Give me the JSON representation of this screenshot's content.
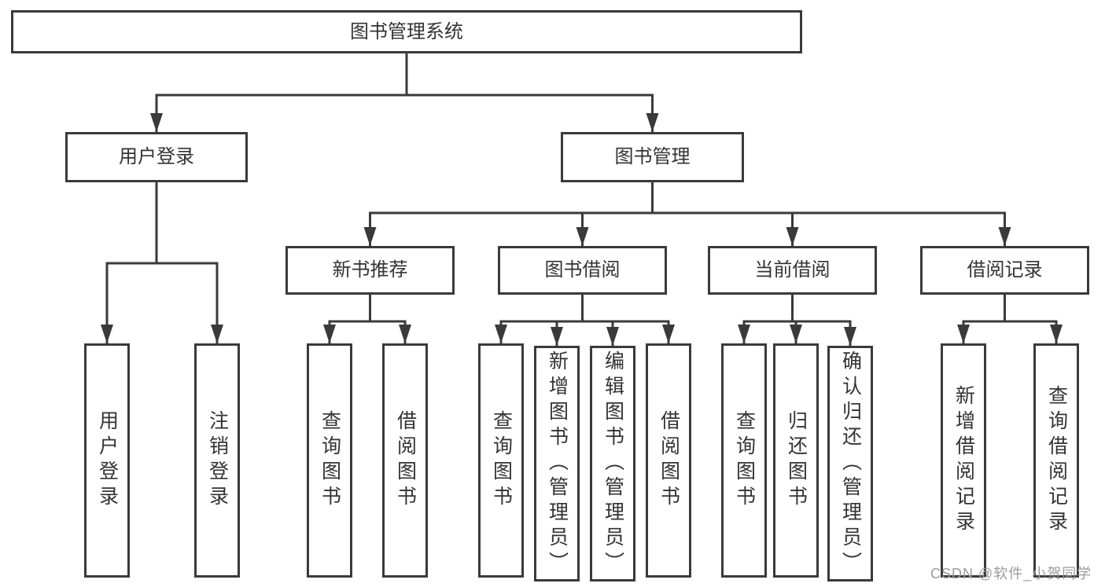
{
  "tree": {
    "label": "图书管理系统",
    "children": [
      {
        "label": "用户登录",
        "children": [
          {
            "label": "用户登录"
          },
          {
            "label": "注销登录"
          }
        ]
      },
      {
        "label": "图书管理",
        "children": [
          {
            "label": "新书推荐",
            "children": [
              {
                "label": "查询图书"
              },
              {
                "label": "借阅图书"
              }
            ]
          },
          {
            "label": "图书借阅",
            "children": [
              {
                "label": "查询图书"
              },
              {
                "label": "新增图书（管理员）"
              },
              {
                "label": "编辑图书（管理员）"
              },
              {
                "label": "借阅图书"
              }
            ]
          },
          {
            "label": "当前借阅",
            "children": [
              {
                "label": "查询图书"
              },
              {
                "label": "归还图书"
              },
              {
                "label": "确认归还（管理员）"
              }
            ]
          },
          {
            "label": "借阅记录",
            "children": [
              {
                "label": "新增借阅记录"
              },
              {
                "label": "查询借阅记录"
              }
            ]
          }
        ]
      }
    ]
  },
  "watermark": "CSDN @软件_小贺同学",
  "colors": {
    "line": "#3a3a3a",
    "text": "#333333",
    "watermark": "#9b9b9b",
    "bg": "#ffffff"
  }
}
